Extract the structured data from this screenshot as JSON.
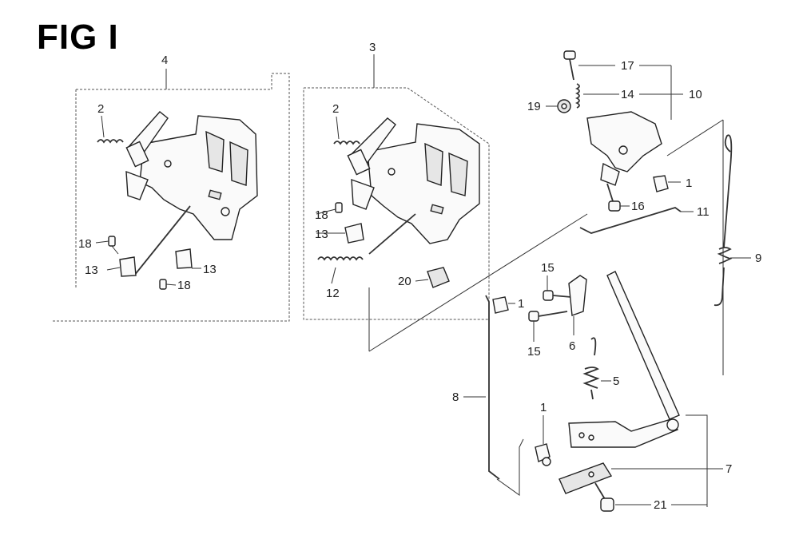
{
  "title": "FIG I",
  "callouts": {
    "c4": "4",
    "c3": "3",
    "c2a": "2",
    "c2b": "2",
    "c18a": "18",
    "c18b": "18",
    "c18c": "18",
    "c13a": "13",
    "c13b": "13",
    "c13c": "13",
    "c12": "12",
    "c20": "20",
    "c17": "17",
    "c14": "14",
    "c10": "10",
    "c19": "19",
    "c1a": "1",
    "c1b": "1",
    "c1c": "1",
    "c16": "16",
    "c11": "11",
    "c9": "9",
    "c15a": "15",
    "c15b": "15",
    "c6": "6",
    "c8": "8",
    "c5": "5",
    "c7": "7",
    "c21": "21"
  }
}
